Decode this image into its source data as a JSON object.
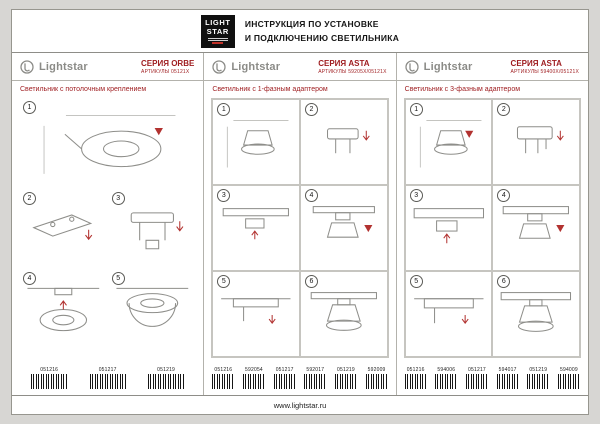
{
  "header": {
    "logo": {
      "line1": "LIGHT",
      "line2": "STAR"
    },
    "title_line1": "ИНСТРУКЦИЯ ПО УСТАНОВКЕ",
    "title_line2": "И ПОДКЛЮЧЕНИЮ СВЕТИЛЬНИКА"
  },
  "columns": [
    {
      "brand": "Lightstar",
      "series": "СЕРИЯ ORBE",
      "articles": "АРТИКУЛЫ 05121Х",
      "subtitle": "Светильник с потолочным креплением",
      "steps": [
        "1",
        "2",
        "3",
        "4",
        "5"
      ],
      "barcodes": [
        "051216",
        "051217",
        "051219"
      ]
    },
    {
      "brand": "Lightstar",
      "series": "СЕРИЯ ASTA",
      "articles": "АРТИКУЛЫ 59205Х/05121Х",
      "subtitle": "Светильник с 1-фазным адаптером",
      "steps": [
        "1",
        "2",
        "3",
        "4",
        "5",
        "6"
      ],
      "barcodes": [
        "051216",
        "592054",
        "051217",
        "592017",
        "051219",
        "592009"
      ]
    },
    {
      "brand": "Lightstar",
      "series": "СЕРИЯ ASTA",
      "articles": "АРТИКУЛЫ 59400Х/05121Х",
      "subtitle": "Светильник с 3-фазным адаптером",
      "steps": [
        "1",
        "2",
        "3",
        "4",
        "5",
        "6"
      ],
      "barcodes": [
        "051216",
        "594006",
        "051217",
        "594017",
        "051219",
        "594009"
      ]
    }
  ],
  "footer": {
    "url": "www.lightstar.ru"
  }
}
